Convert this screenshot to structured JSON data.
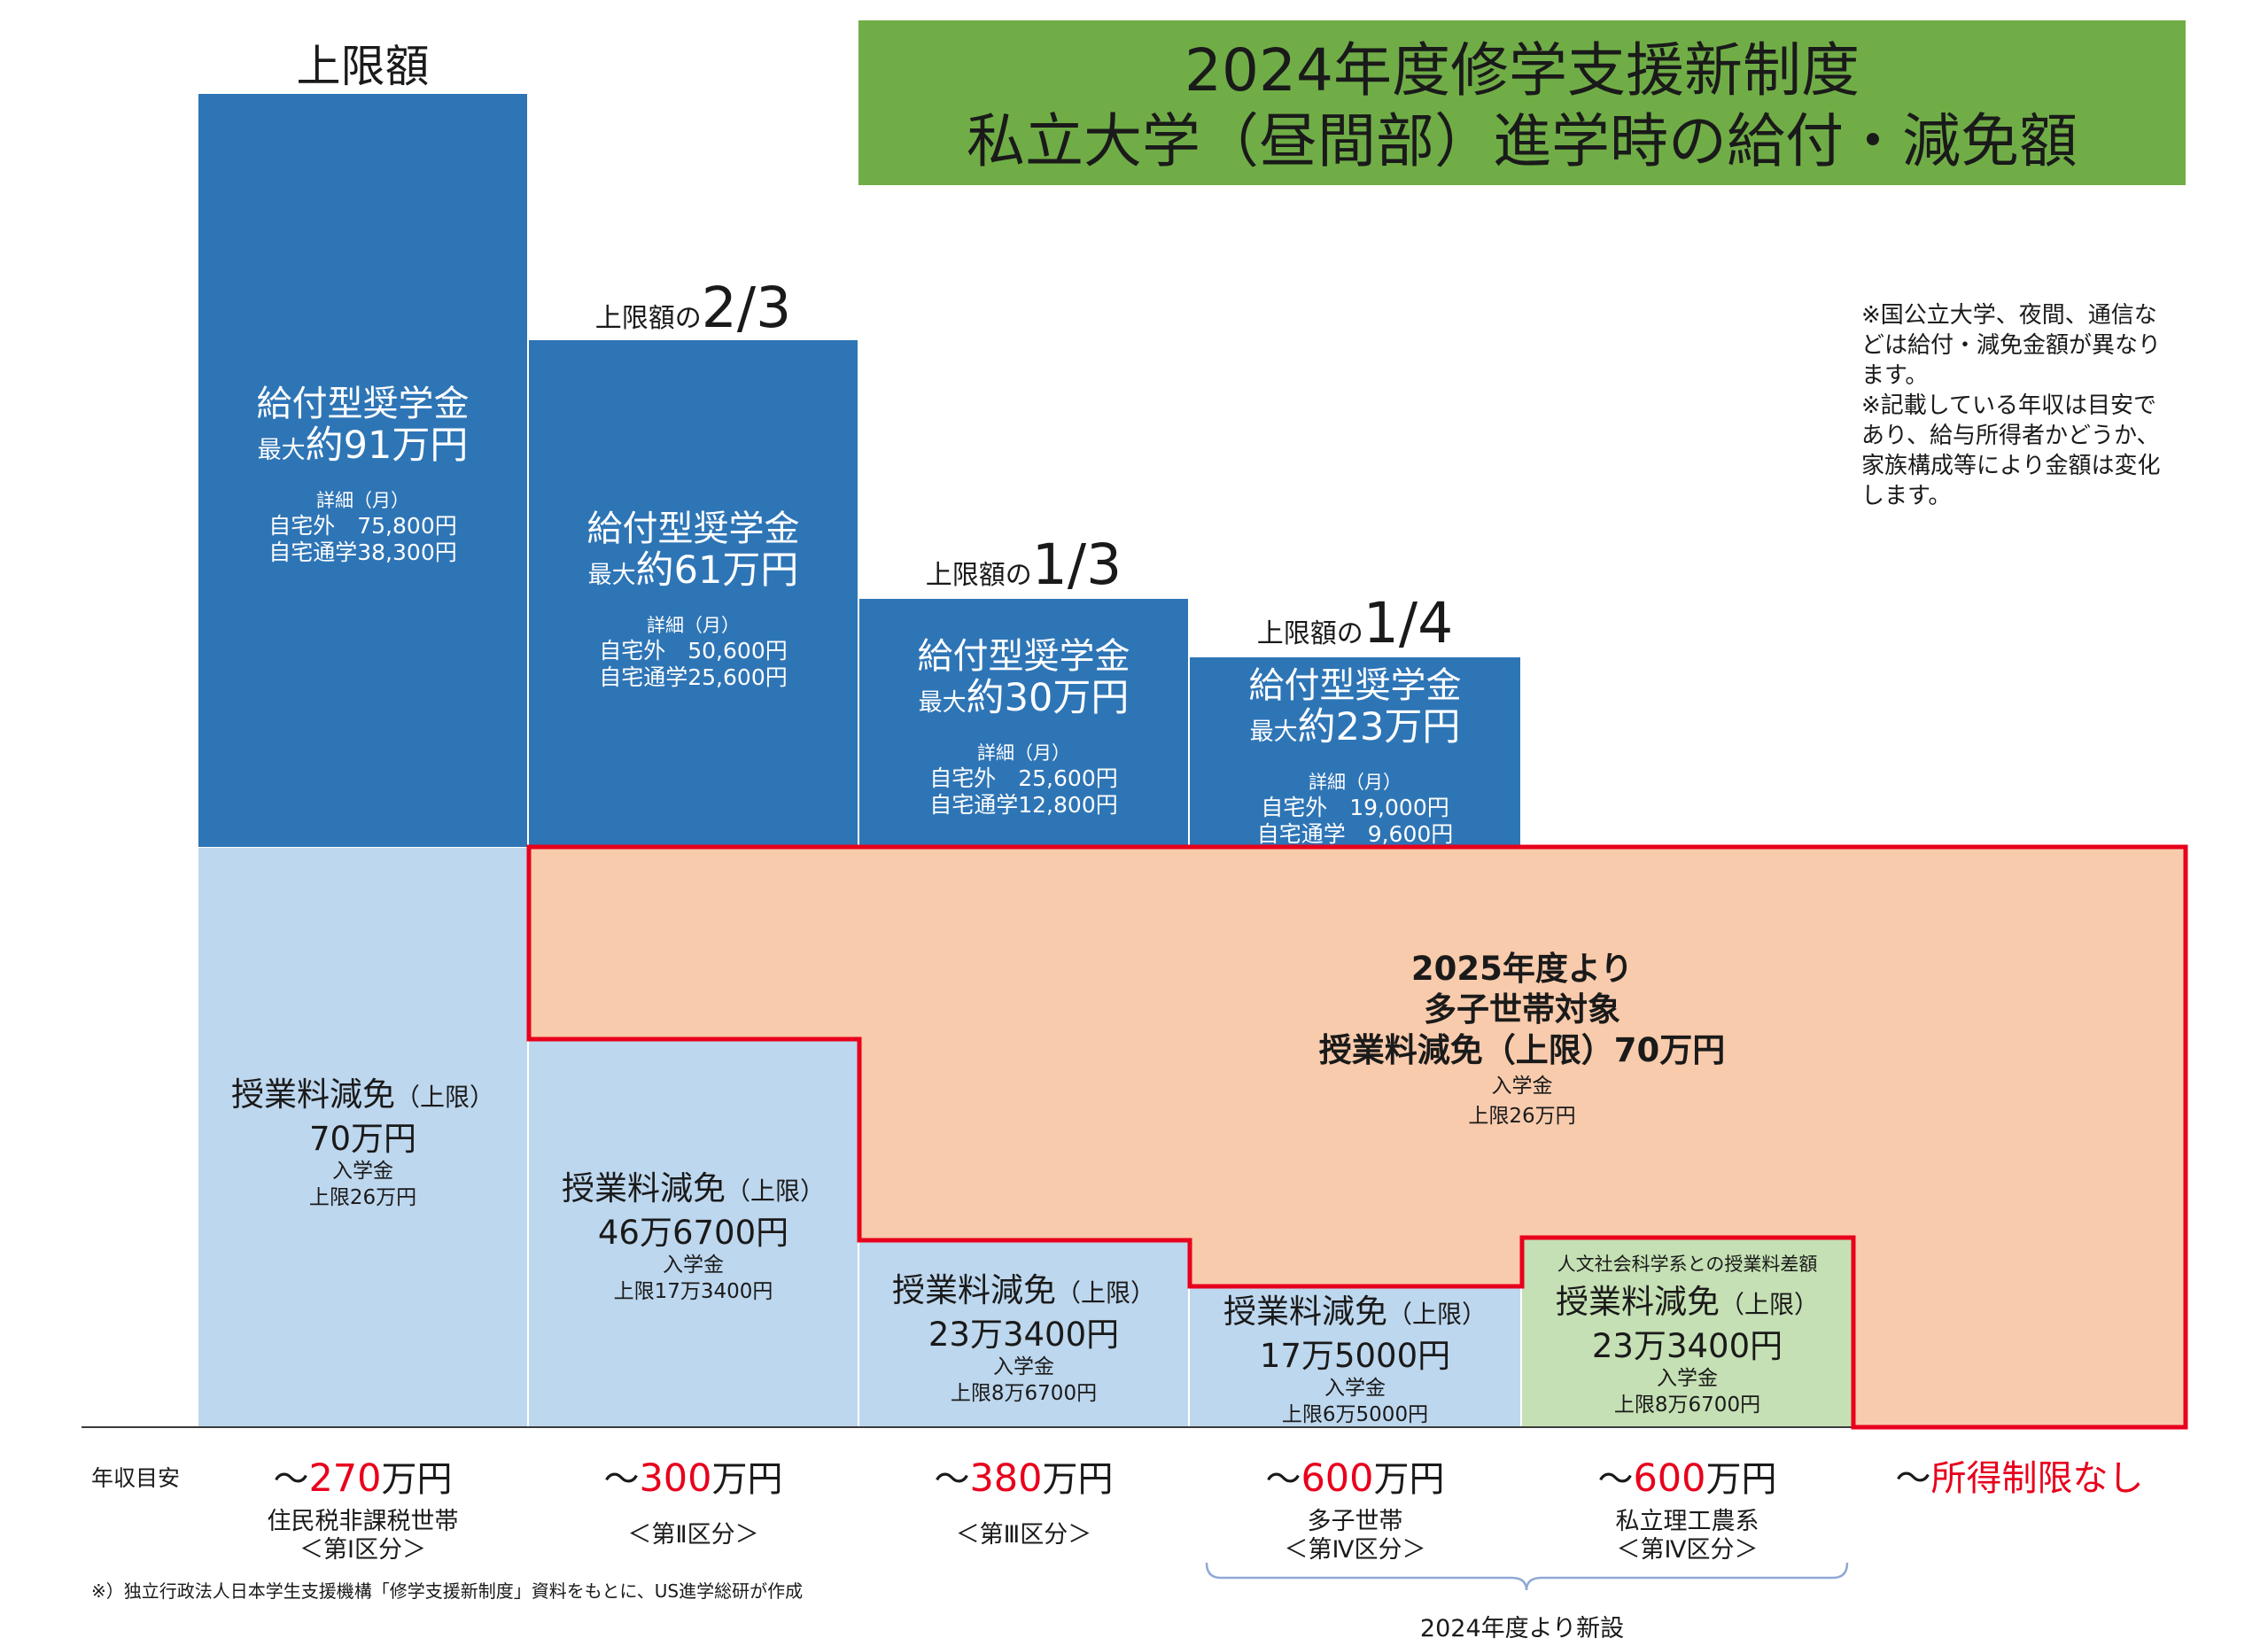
{
  "title": {
    "line1": "2024年度修学支援新制度",
    "line2": "私立大学（昼間部）進学時の給付・減免額"
  },
  "income_axis_label": "年収目安",
  "columns": [
    {
      "limit": {
        "label": "上限額",
        "fraction": ""
      },
      "scholarship": {
        "title": "給付型奨学金",
        "max_prefix": "最大",
        "max_amount": "約91万円",
        "detail_label": "詳細（月）",
        "away": "自宅外　75,800円",
        "home": "自宅通学38,300円"
      },
      "tuition": {
        "title": "授業料減免",
        "qualifier": "（上限）",
        "amount": "70万円",
        "admission_label": "入学金",
        "admission_limit": "上限26万円"
      },
      "income": {
        "prefix": "～",
        "amount": "270",
        "unit": "万円",
        "group": "住民税非課税世帯",
        "bracket": "＜第Ⅰ区分＞"
      }
    },
    {
      "limit": {
        "label": "上限額の",
        "fraction": "2/3"
      },
      "scholarship": {
        "title": "給付型奨学金",
        "max_prefix": "最大",
        "max_amount": "約61万円",
        "detail_label": "詳細（月）",
        "away": "自宅外　50,600円",
        "home": "自宅通学25,600円"
      },
      "tuition": {
        "title": "授業料減免",
        "qualifier": "（上限）",
        "amount": "46万6700円",
        "admission_label": "入学金",
        "admission_limit": "上限17万3400円"
      },
      "income": {
        "prefix": "～",
        "amount": "300",
        "unit": "万円",
        "bracket": "＜第Ⅱ区分＞"
      }
    },
    {
      "limit": {
        "label": "上限額の",
        "fraction": "1/3"
      },
      "scholarship": {
        "title": "給付型奨学金",
        "max_prefix": "最大",
        "max_amount": "約30万円",
        "detail_label": "詳細（月）",
        "away": "自宅外　25,600円",
        "home": "自宅通学12,800円"
      },
      "tuition": {
        "title": "授業料減免",
        "qualifier": "（上限）",
        "amount": "23万3400円",
        "admission_label": "入学金",
        "admission_limit": "上限8万6700円"
      },
      "income": {
        "prefix": "～",
        "amount": "380",
        "unit": "万円",
        "bracket": "＜第Ⅲ区分＞"
      }
    },
    {
      "limit": {
        "label": "上限額の",
        "fraction": "1/4"
      },
      "scholarship": {
        "title": "給付型奨学金",
        "max_prefix": "最大",
        "max_amount": "約23万円",
        "detail_label": "詳細（月）",
        "away": "自宅外　19,000円",
        "home": "自宅通学　9,600円"
      },
      "tuition": {
        "title": "授業料減免",
        "qualifier": "（上限）",
        "amount": "17万5000円",
        "admission_label": "入学金",
        "admission_limit": "上限6万5000円"
      },
      "income": {
        "prefix": "～",
        "amount": "600",
        "unit": "万円",
        "group": "多子世帯",
        "bracket": "＜第Ⅳ区分＞"
      }
    },
    {
      "tuition": {
        "note": "人文社会科学系との授業料差額",
        "title": "授業料減免",
        "qualifier": "（上限）",
        "amount": "23万3400円",
        "admission_label": "入学金",
        "admission_limit": "上限8万6700円"
      },
      "income": {
        "prefix": "～",
        "amount": "600",
        "unit": "万円",
        "group": "私立理工農系",
        "bracket": "＜第Ⅳ区分＞"
      }
    },
    {
      "income": {
        "prefix": "～",
        "amount": "所得制限なし",
        "unit": ""
      }
    }
  ],
  "expansion_2025": {
    "line1": "2025年度より",
    "line2": "多子世帯対象",
    "line3": "授業料減免（上限）70万円",
    "admission_label": "入学金",
    "admission_limit": "上限26万円"
  },
  "new_since_2024": "2024年度より新設",
  "notes": [
    "※国公立大学、夜間、通信な",
    "どは給付・減免金額が異なり",
    "ます。",
    "※記載している年収は目安で",
    "あり、給与所得者かどうか、",
    "家族構成等により金額は変化",
    "します。"
  ],
  "source": "※）独立行政法人日本学生支援機構「修学支援新制度」資料をもとに、US進学総研が作成",
  "colors": {
    "title_banner": "#70ad47",
    "scholarship_block": "#2e75b6",
    "tuition_block": "#bdd7ee",
    "science_block": "#c5e0b4",
    "expansion_fill": "#f8cbad",
    "expansion_outline": "#e8001c",
    "income_highlight": "#e8001c",
    "bracket_line": "#8fa9d6"
  }
}
